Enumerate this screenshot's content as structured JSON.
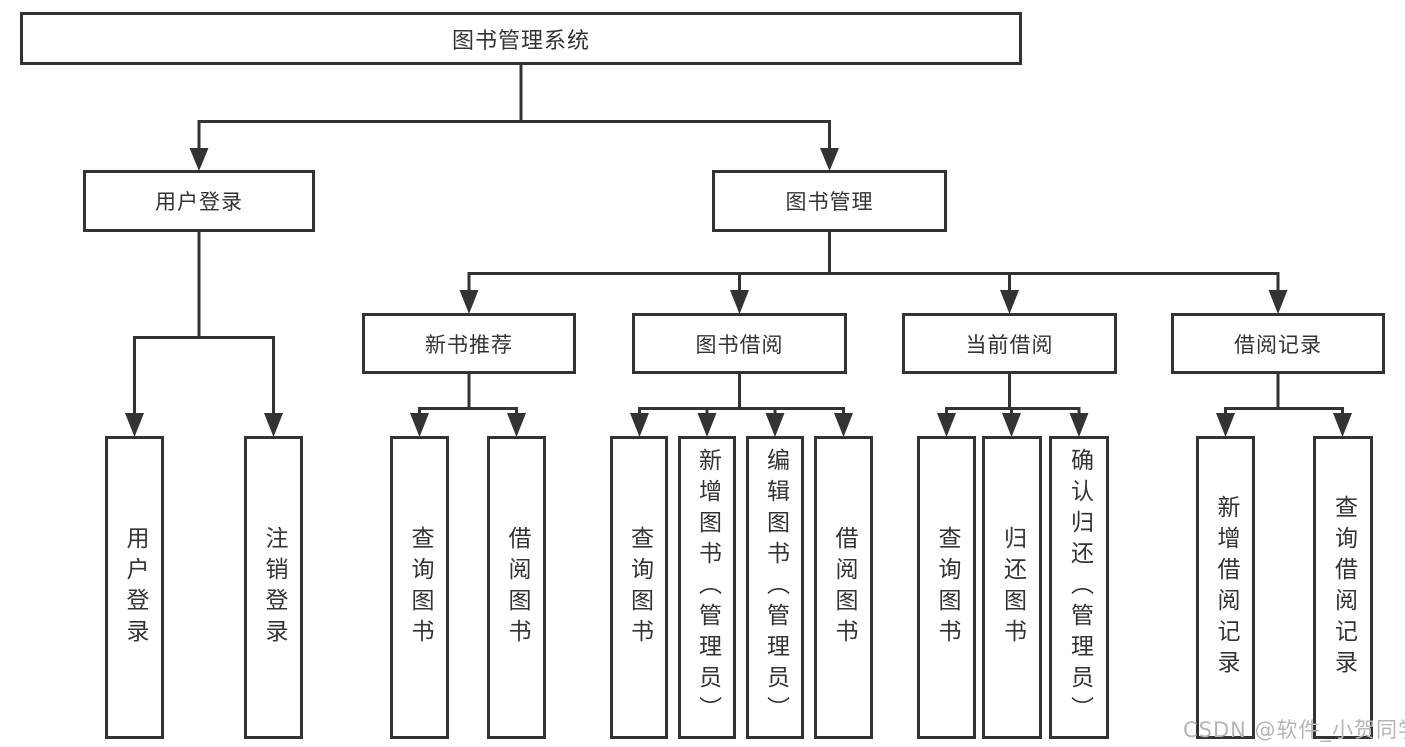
{
  "diagram": {
    "title": "图书管理系统",
    "tree": {
      "label": "图书管理系统",
      "children": [
        {
          "label": "用户登录",
          "children": [
            {
              "label": "用户登录"
            },
            {
              "label": "注销登录"
            }
          ]
        },
        {
          "label": "图书管理",
          "children": [
            {
              "label": "新书推荐",
              "children": [
                {
                  "label": "查询图书"
                },
                {
                  "label": "借阅图书"
                }
              ]
            },
            {
              "label": "图书借阅",
              "children": [
                {
                  "label": "查询图书"
                },
                {
                  "label": "新增图书（管理员）"
                },
                {
                  "label": "编辑图书（管理员）"
                },
                {
                  "label": "借阅图书"
                }
              ]
            },
            {
              "label": "当前借阅",
              "children": [
                {
                  "label": "查询图书"
                },
                {
                  "label": "归还图书"
                },
                {
                  "label": "确认归还（管理员）"
                }
              ]
            },
            {
              "label": "借阅记录",
              "children": [
                {
                  "label": "新增借阅记录"
                },
                {
                  "label": "查询借阅记录"
                }
              ]
            }
          ]
        }
      ]
    },
    "watermark": "CSDN @软件_小贺同学",
    "colors": {
      "line": "#333333",
      "text": "#333333",
      "watermark": "#b5b5b5",
      "background": "#ffffff"
    }
  }
}
